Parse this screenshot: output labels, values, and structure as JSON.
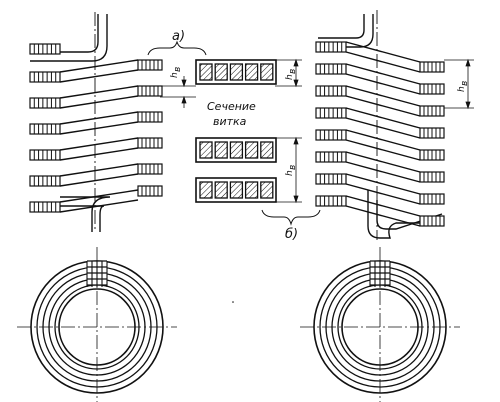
{
  "labels": {
    "variant_a": "а)",
    "variant_b": "б)",
    "section_line1": "Сечение",
    "section_line2": "витка",
    "h_dim": "h",
    "h_sub": "в"
  },
  "colors": {
    "line": "#111111",
    "background": "#ffffff"
  },
  "left_coil_turns": 6,
  "right_coil_turns": 8,
  "section_conductors_per_row": 5,
  "section_rows_a": 1,
  "section_rows_b": 2,
  "plan_rings": 5
}
